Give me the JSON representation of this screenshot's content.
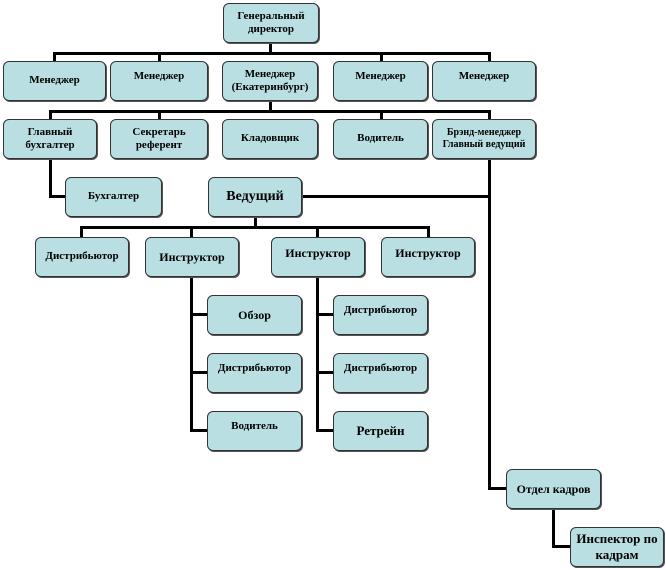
{
  "title": "Генеральный директор",
  "director": "Генеральный директор",
  "managers": [
    "Менеджер",
    "Менеджер",
    "Менеджер (Екатеринбург)",
    "Менеджер",
    "Менеджер"
  ],
  "staff": [
    "Главный бухгалтер",
    "Секретарь референт",
    "Кладовщик",
    "Водитель",
    "Брэнд-менеджер Главный ведущий"
  ],
  "accountant": "Бухгалтер",
  "lead": "Ведущий",
  "lead_children": [
    "Дистрибьютор",
    "Инструктор",
    "Инструктор",
    "Инструктор"
  ],
  "instructor1_children": [
    "Обзор",
    "Дистрибьютор",
    "Водитель"
  ],
  "instructor2_children": [
    "Дистрибьютор",
    "Дистрибьютор",
    "Ретрейн"
  ],
  "hr_department": "Отдел кадров",
  "hr_inspector": "Инспектор по кадрам",
  "colors": {
    "box": "#b9dfe2",
    "line": "#000000"
  }
}
